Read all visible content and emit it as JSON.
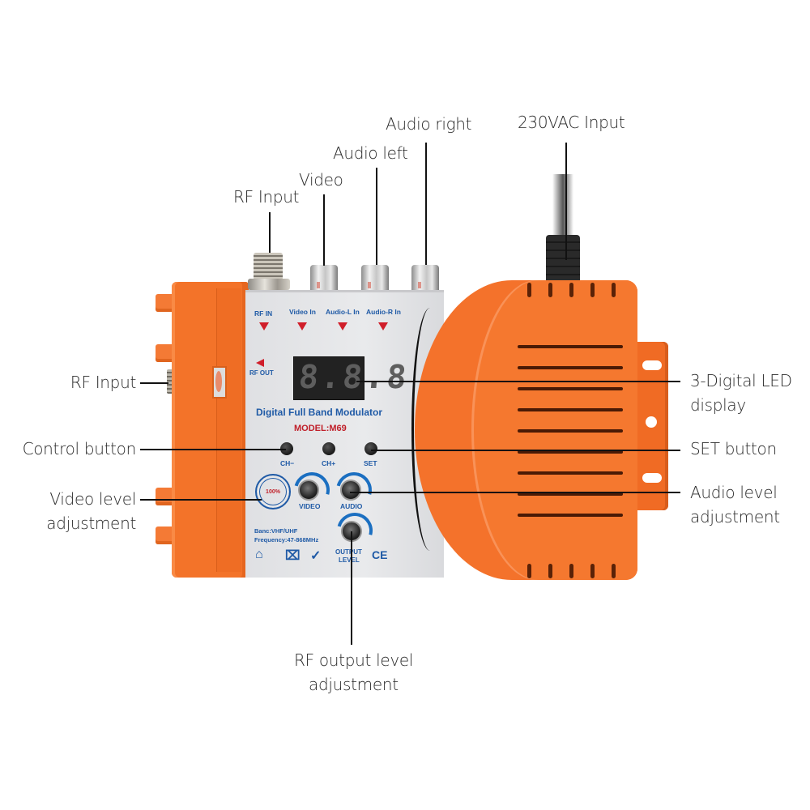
{
  "callouts": {
    "audio_right": "Audio right",
    "ac_input": "230VAC Input",
    "audio_left": "Audio left",
    "video": "Video",
    "rf_input_top": "RF Input",
    "rf_input_side": "RF Input",
    "led_display_line1": "3-Digital LED",
    "led_display_line2": "display",
    "control_button": "Control button",
    "set_button": "SET button",
    "video_level_line1": "Video level",
    "video_level_line2": "adjustment",
    "audio_level_line1": "Audio level",
    "audio_level_line2": "adjustment",
    "rf_output_line1": "RF output level",
    "rf_output_line2": "adjustment"
  },
  "panel": {
    "rf_in": "RF IN",
    "video_in": "Video In",
    "audio_l_in": "Audio-L In",
    "audio_r_in": "Audio-R In",
    "rf_out": "RF OUT",
    "led_value": "8.8.8",
    "product_name": "Digital Full Band Modulator",
    "model": "MODEL:M69",
    "ch_minus": "CH−",
    "ch_plus": "CH+",
    "set": "SET",
    "seal_text": "100%",
    "video_knob": "VIDEO",
    "audio_knob": "AUDIO",
    "band": "Banc:VHF/UHF",
    "frequency": "Frequency:47-868MHz",
    "output_level_1": "OUTPUT",
    "output_level_2": "LEVEL",
    "ce_mark": "CE"
  },
  "colors": {
    "housing_orange": "#f4722b",
    "panel_grey": "#e6e7e9",
    "panel_text_blue": "#1f5aa6",
    "model_red": "#c0202a",
    "arrow_red": "#d01e2a",
    "led_bg": "#222222"
  }
}
